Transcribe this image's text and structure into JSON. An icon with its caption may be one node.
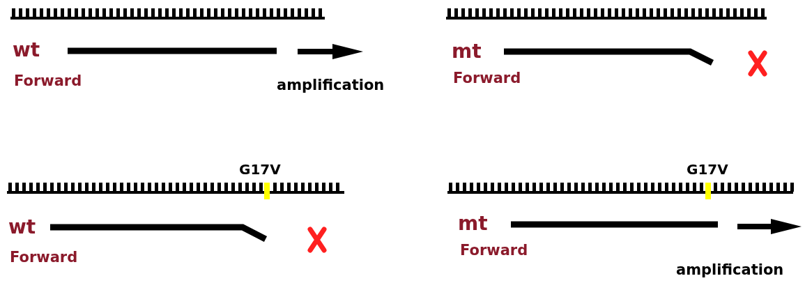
{
  "diagram": {
    "labels": [
      "wt",
      "Forward",
      "amplification",
      "mt",
      "Forward",
      "G17V",
      "wt",
      "Forward",
      "G17V",
      "mt",
      "Forward",
      "amplification"
    ]
  }
}
